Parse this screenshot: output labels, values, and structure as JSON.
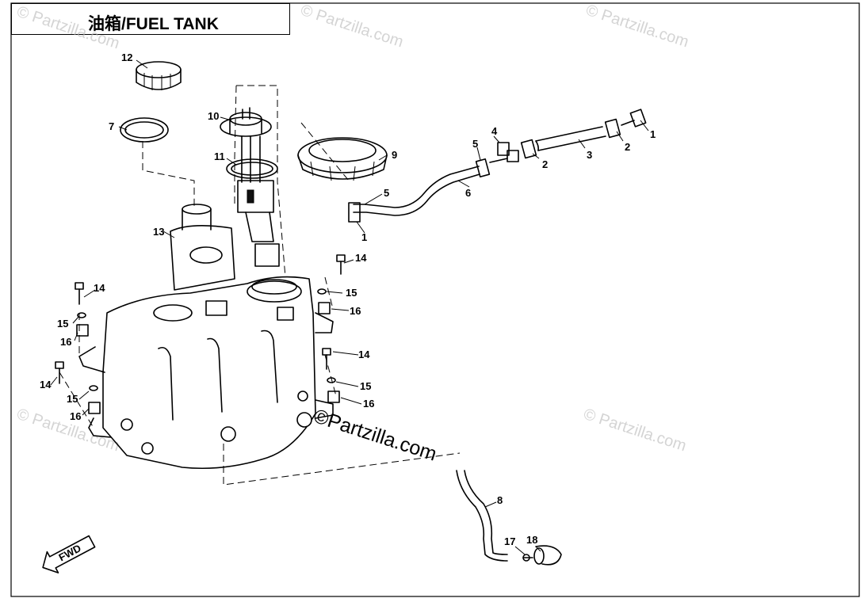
{
  "title": "油箱/FUEL TANK",
  "watermark": "© Partzilla.com",
  "watermark_center": "©Partzilla.com",
  "fwd_label": "FWD",
  "callouts": {
    "c12": "12",
    "c7": "7",
    "c10": "10",
    "c11": "11",
    "c9": "9",
    "c13": "13",
    "c4": "4",
    "c5a": "5",
    "c5b": "5",
    "c1a": "1",
    "c1b": "1",
    "c2a": "2",
    "c2b": "2",
    "c3": "3",
    "c6": "6",
    "c14a": "14",
    "c14b": "14",
    "c14c": "14",
    "c14d": "14",
    "c15a": "15",
    "c15b": "15",
    "c15c": "15",
    "c15d": "15",
    "c16a": "16",
    "c16b": "16",
    "c16c": "16",
    "c16d": "16",
    "c8": "8",
    "c17": "17",
    "c18": "18"
  }
}
